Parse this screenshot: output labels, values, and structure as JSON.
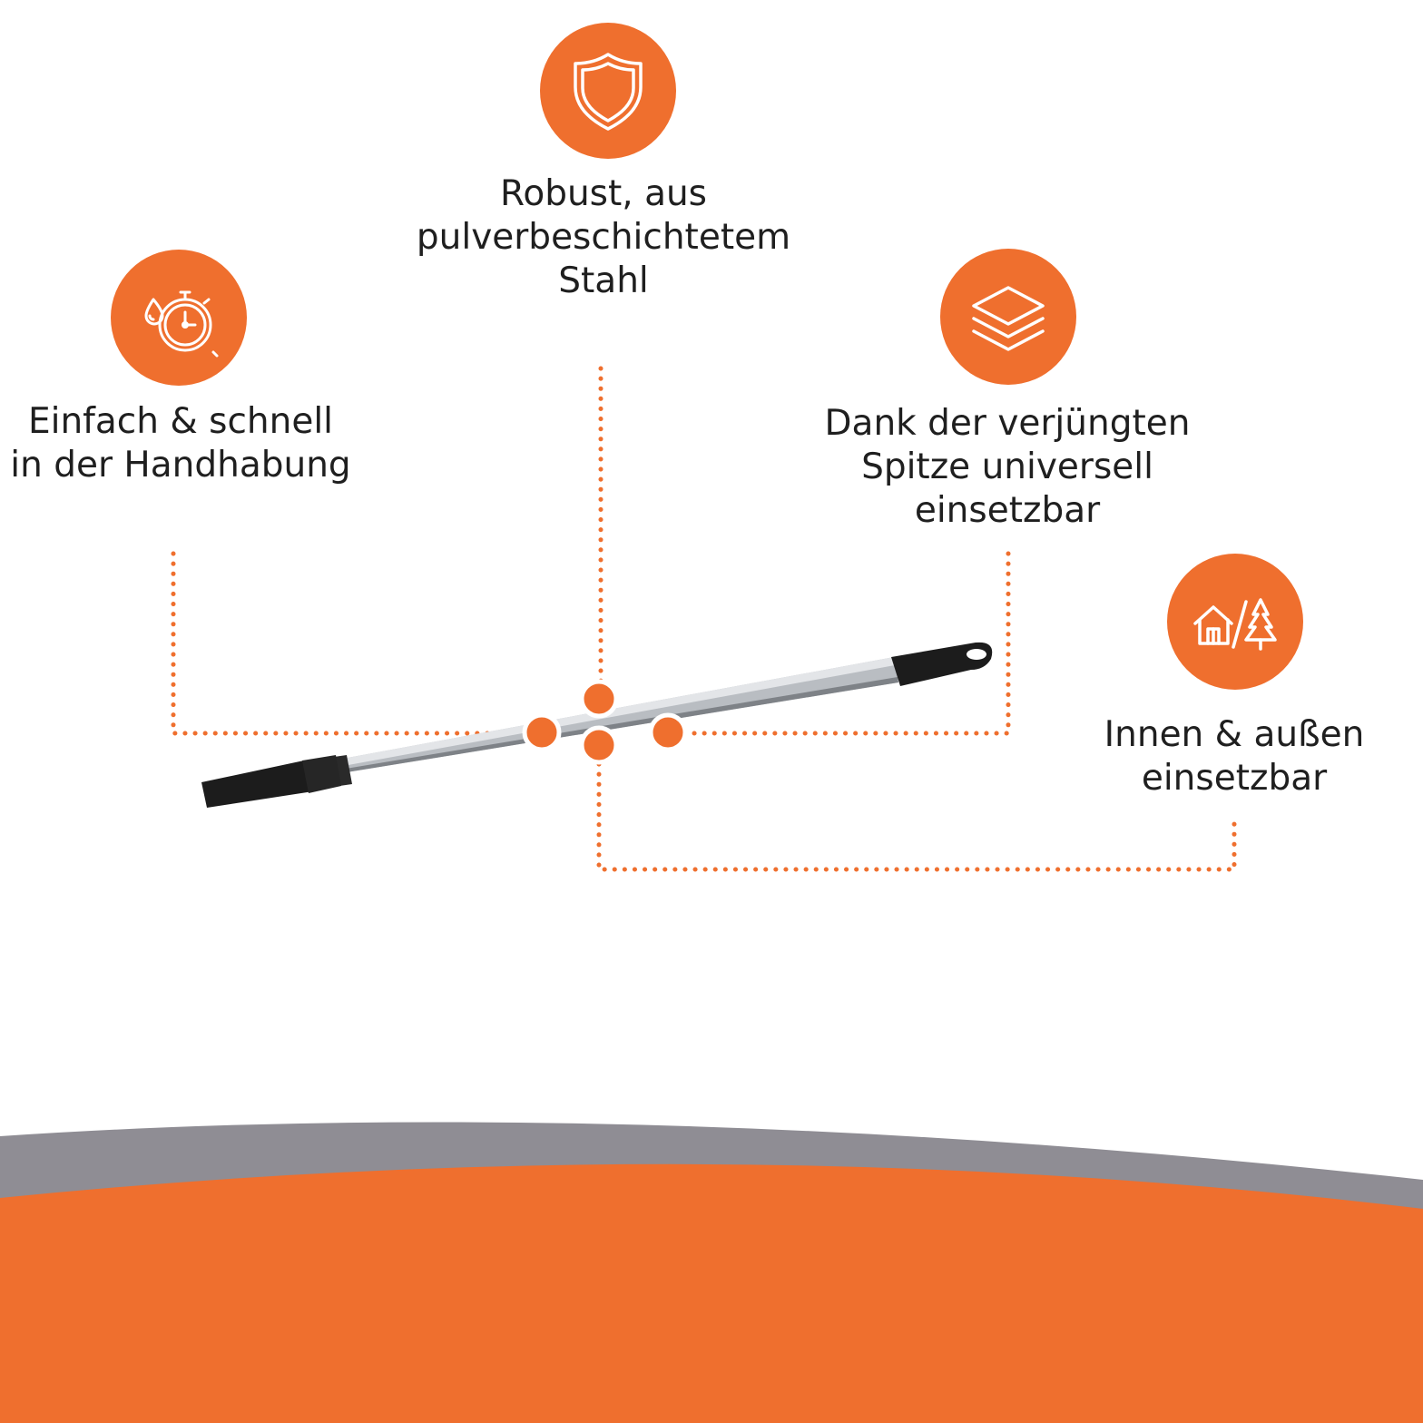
{
  "colors": {
    "accent": "#ef6f2e",
    "band_gray": "#8f8d94",
    "text": "#1f1f1f",
    "pole_silver": "#b9bdc2",
    "pole_black": "#1c1c1c"
  },
  "features": [
    {
      "icon": "stopwatch-drop-icon",
      "lines": [
        "Einfach & schnell",
        "in der Handhabung"
      ]
    },
    {
      "icon": "shield-icon",
      "lines": [
        "Robust, aus",
        "pulverbeschichtetem",
        "Stahl"
      ]
    },
    {
      "icon": "layers-icon",
      "lines": [
        "Dank der verjüngten",
        "Spitze universell",
        "einsetzbar"
      ]
    },
    {
      "icon": "house-tree-icon",
      "lines": [
        "Innen & außen",
        "einsetzbar"
      ]
    }
  ]
}
